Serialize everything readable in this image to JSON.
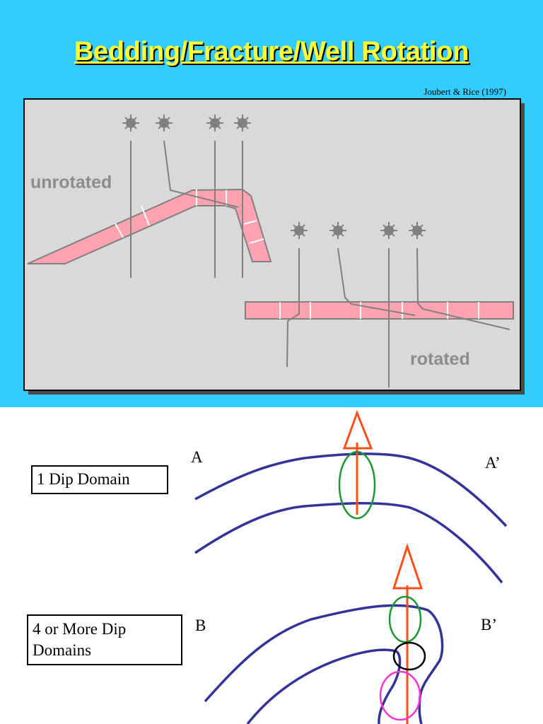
{
  "title": "Bedding/Fracture/Well Rotation",
  "citation": "Joubert & Rice (1997)",
  "panel": {
    "unrotated_label": "unrotated",
    "rotated_label": "rotated"
  },
  "lower": {
    "box_one": "1 Dip Domain",
    "box_four_line1": "4 or More Dip",
    "box_four_line2": "Domains",
    "section_a_start": "A",
    "section_a_end": "A’",
    "section_b_start": "B",
    "section_b_end": "B’"
  },
  "colors": {
    "background_top": "#33ccff",
    "title": "#ffff33",
    "bed_fill": "#ffa3b0",
    "well_gray": "#808080",
    "horizon_blue": "#333399",
    "arrow_red": "#ff4d1a",
    "ellipse_green": "#1a9933",
    "ellipse_magenta": "#ff33cc"
  }
}
